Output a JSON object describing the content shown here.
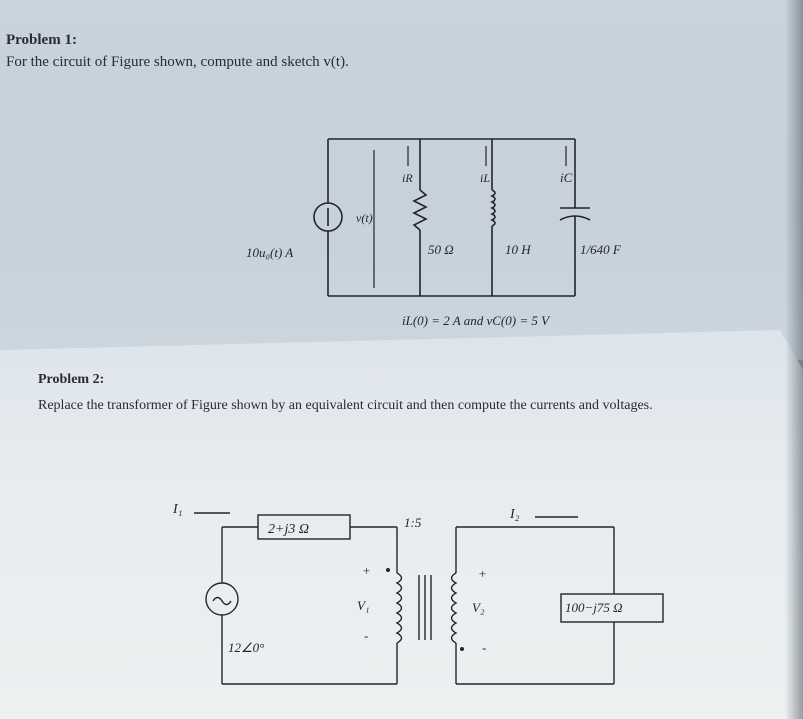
{
  "problem1": {
    "title": "Problem 1:",
    "text": "For the circuit of Figure shown, compute and sketch v(t).",
    "source_label": "10u₀(t) A",
    "voltage_label": "v(t)",
    "iR_label": "iR",
    "iL_label": "iL",
    "iC_label": "iC",
    "resistor_label": "50 Ω",
    "inductor_label": "10 H",
    "capacitor_label": "1/640 F",
    "initial_conditions": "iL(0) = 2 A and vC(0) = 5 V"
  },
  "problem2": {
    "title": "Problem 2:",
    "text": "Replace the transformer of Figure shown by an equivalent circuit and then compute the currents and voltages.",
    "I1_label": "I₁",
    "I2_label": "I₂",
    "primary_impedance": "2+j3 Ω",
    "turns_ratio": "1:5",
    "V1_label": "V₁",
    "V2_label": "V₂",
    "load_impedance": "100−j75 Ω",
    "source_value": "12∠0°",
    "plus": "+",
    "minus": "-"
  }
}
